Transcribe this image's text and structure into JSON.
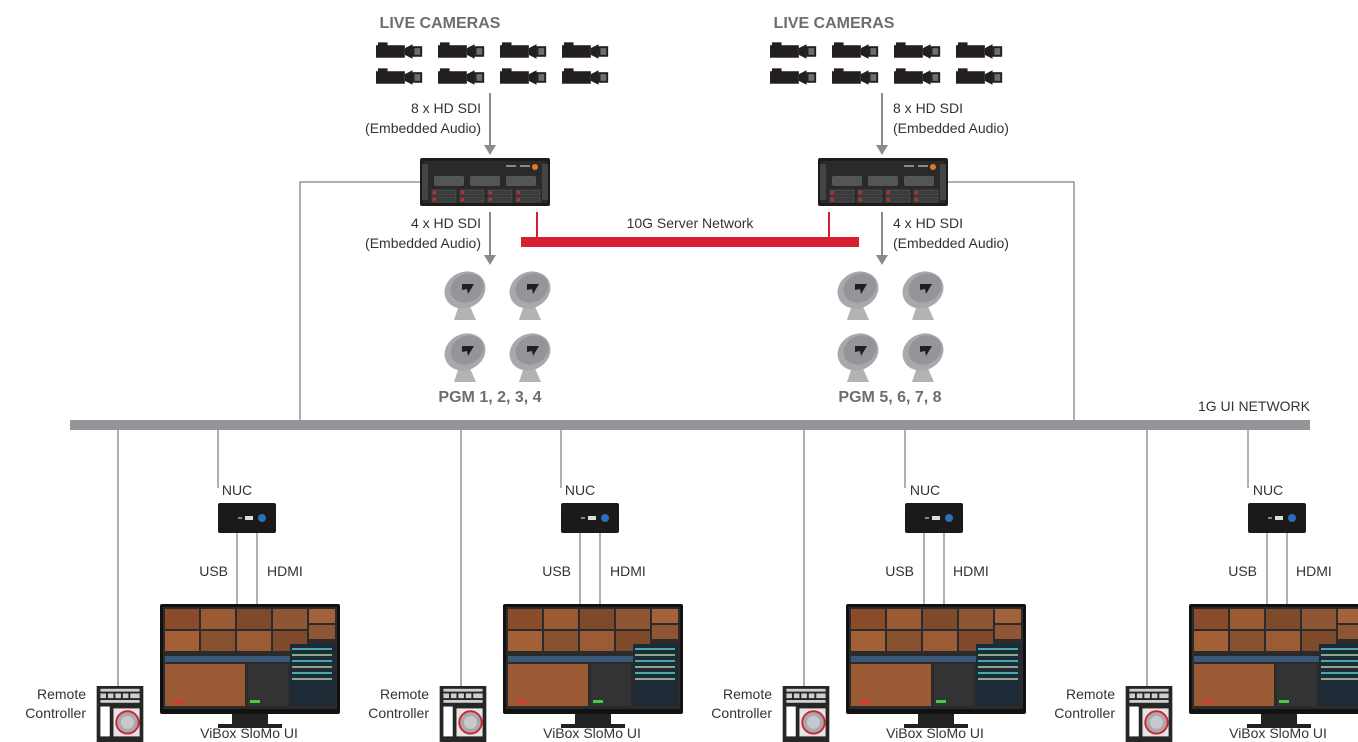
{
  "colors": {
    "network": "#939598",
    "server_network": "#d71f30",
    "device": "#231f20",
    "arrow": "#8a8a8a",
    "title_gray": "#6d6e71"
  },
  "left_group": {
    "cameras_title": "LIVE CAMERAS",
    "in_label_1": "8 x HD SDI",
    "in_label_2": "(Embedded Audio)",
    "out_label_1": "4 x HD SDI",
    "out_label_2": "(Embedded Audio)",
    "pgm_label": "PGM 1, 2, 3, 4"
  },
  "right_group": {
    "cameras_title": "LIVE CAMERAS",
    "in_label_1": "8 x HD SDI",
    "in_label_2": "(Embedded Audio)",
    "out_label_1": "4 x HD SDI",
    "out_label_2": "(Embedded Audio)",
    "pgm_label": "PGM 5, 6, 7, 8"
  },
  "server_network_label": "10G Server Network",
  "ui_network_label": "1G UI NETWORK",
  "stations": [
    {
      "nuc": "NUC",
      "usb": "USB",
      "hdmi": "HDMI",
      "remote_1": "Remote",
      "remote_2": "Controller",
      "ui": "ViBox SloMo UI"
    },
    {
      "nuc": "NUC",
      "usb": "USB",
      "hdmi": "HDMI",
      "remote_1": "Remote",
      "remote_2": "Controller",
      "ui": "ViBox SloMo UI"
    },
    {
      "nuc": "NUC",
      "usb": "USB",
      "hdmi": "HDMI",
      "remote_1": "Remote",
      "remote_2": "Controller",
      "ui": "ViBox SloMo UI"
    },
    {
      "nuc": "NUC",
      "usb": "USB",
      "hdmi": "HDMI",
      "remote_1": "Remote",
      "remote_2": "Controller",
      "ui": "ViBox SloMo UI"
    }
  ]
}
